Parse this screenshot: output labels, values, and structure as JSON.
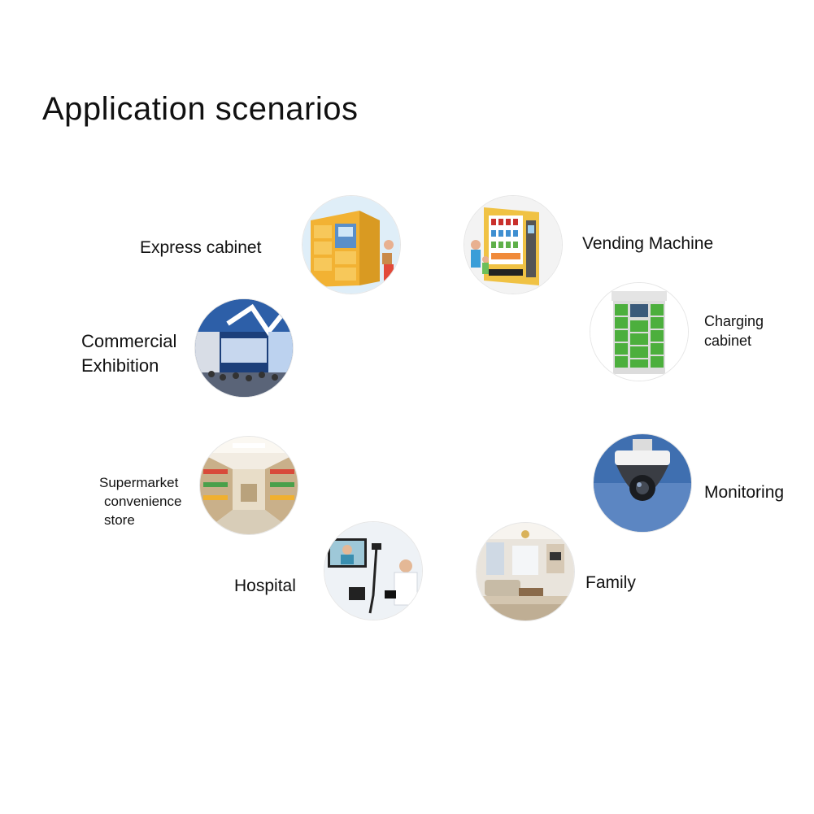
{
  "title": "Application scenarios",
  "scenarios": {
    "express": "Express cabinet",
    "vending": "Vending Machine",
    "commercial_1": "Commercial",
    "commercial_2": "Exhibition",
    "charging_1": "Charging",
    "charging_2": "cabinet",
    "supermarket_1": "Supermarket",
    "supermarket_2": "convenience",
    "supermarket_3": "store",
    "monitoring": "Monitoring",
    "hospital": "Hospital",
    "family": "Family"
  },
  "colors": {
    "locker": "#f2b233",
    "charging_green": "#4caf3d",
    "vending_red": "#c9302c",
    "exhibition_blue": "#2d5fa8"
  },
  "icons": [
    "express-cabinet-image",
    "vending-machine-image",
    "commercial-exhibition-image",
    "charging-cabinet-image",
    "supermarket-image",
    "monitoring-camera-image",
    "hospital-image",
    "family-room-image"
  ]
}
